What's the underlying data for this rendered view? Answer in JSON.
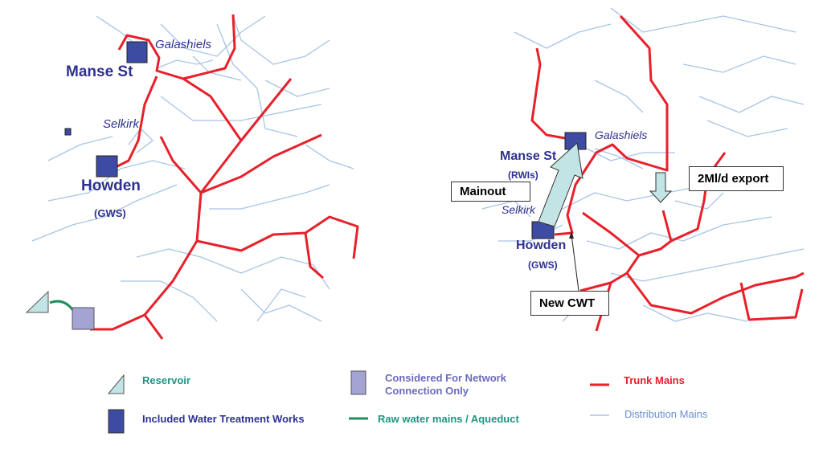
{
  "left_map": {
    "labels": {
      "galashiels": "Galashiels",
      "manse_st": "Manse St",
      "selkirk": "Selkirk",
      "howden": "Howden",
      "howden_sub": "(GWS)"
    }
  },
  "right_map": {
    "labels": {
      "galashiels": "Galashiels",
      "manse_st": "Manse St",
      "manse_sub": "(RWIs)",
      "selkirk": "Selkirk",
      "howden": "Howden",
      "howden_sub": "(GWS)"
    },
    "callouts": {
      "mainout": "Mainout",
      "export": "2Ml/d export",
      "new_cwt": "New CWT"
    }
  },
  "legend": {
    "reservoir": "Reservoir",
    "considered": "Considered For Network Connection Only",
    "trunk": "Trunk Mains",
    "included": "Included Water Treatment Works",
    "raw": "Raw water mains / Aqueduct",
    "distribution": "Distribution Mains"
  },
  "colors": {
    "trunk": "#e8202a",
    "distribution": "#a8c4e6",
    "wtw": "#3d4ba3",
    "considered": "#a3a3d4",
    "reservoir": "#c2e4e4",
    "raw": "#1f8f5f",
    "teal_text": "#1f9583"
  }
}
